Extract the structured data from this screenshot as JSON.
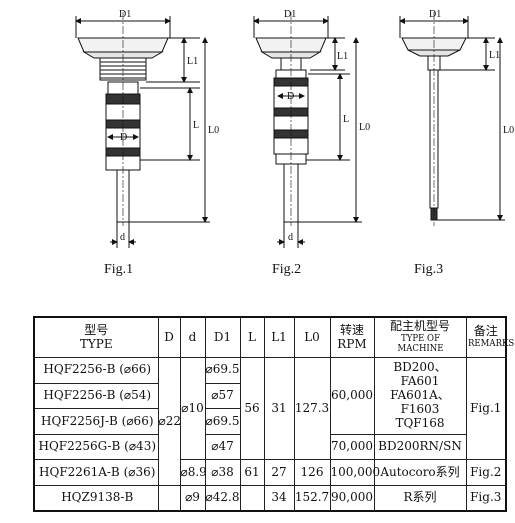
{
  "figures": {
    "labels": [
      "Fig.1",
      "Fig.2",
      "Fig.3"
    ],
    "dims": {
      "D1": "D1",
      "L1": "L1",
      "L": "L",
      "L0": "L0",
      "D": "D",
      "d": "d"
    }
  },
  "table": {
    "headers": {
      "type_cn": "型号",
      "type_en": "TYPE",
      "D": "D",
      "d": "d",
      "D1": "D1",
      "L": "L",
      "L1": "L1",
      "L0": "L0",
      "rpm_cn": "转速",
      "rpm_en": "RPM",
      "machine_cn": "配主机型号",
      "machine_en": "TYPE OF MACHINE",
      "remarks_cn": "备注",
      "remarks_en": "REMARKS"
    },
    "rows": [
      {
        "type": "HQF2256-B (⌀66)",
        "D1": "⌀69.5"
      },
      {
        "type": "HQF2256-B (⌀54)",
        "D1": "⌀57"
      },
      {
        "type": "HQF2256J-B (⌀66)",
        "D1": "⌀69.5"
      },
      {
        "type": "HQF2256G-B (⌀43)",
        "D1": "⌀47"
      },
      {
        "type": "HQF2261A-B (⌀36)",
        "D1": "⌀38"
      },
      {
        "type": "HQZ9138-B",
        "D1": "⌀42.8"
      }
    ],
    "merged": {
      "D_1to5": "⌀22",
      "d_1to4": "⌀10",
      "d_5": "⌀8.9",
      "d_6": "⌀9",
      "L_1to4": "56",
      "L1_1to4": "31",
      "L0_1to4": "127.3",
      "L_5": "61",
      "L1_5": "27",
      "L0_5": "126",
      "L1_6": "34",
      "L0_6": "152.7",
      "rpm_1to3": "60,000",
      "rpm_4": "70,000",
      "rpm_5": "100,000",
      "rpm_6": "90,000",
      "machine_1to3": [
        "BD200、FA601",
        "FA601A、F1603",
        "TQF168"
      ],
      "machine_4": "BD200RN/SN",
      "machine_5": "Autocoro系列",
      "machine_6": "R系列",
      "remark_1to4": "Fig.1",
      "remark_5": "Fig.2",
      "remark_6": "Fig.3"
    }
  }
}
